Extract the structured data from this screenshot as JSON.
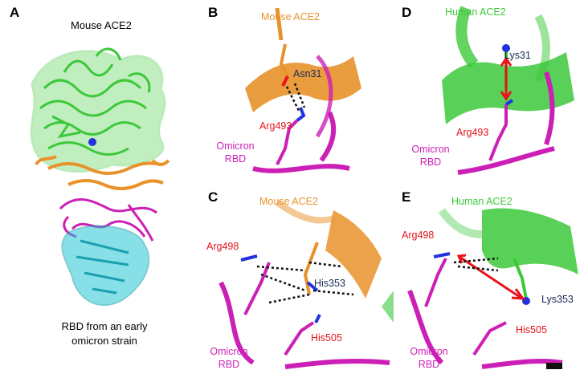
{
  "colors": {
    "mouse_ace2": "#e8922a",
    "human_ace2": "#3cc83a",
    "omicron_rbd": "#cc1fb5",
    "rbd_cyan": "#26c6d6",
    "hbond": "#111111",
    "highlight_red": "#e8131b",
    "nitrogen_blue": "#2233dd",
    "dark_label": "#1a2a55"
  },
  "panels": {
    "A": {
      "letter": "A",
      "top_label": "Mouse ACE2",
      "bottom_label_line1": "RBD from an early",
      "bottom_label_line2": "omicron strain"
    },
    "B": {
      "letter": "B",
      "ace2_label": "Mouse ACE2",
      "ace2_residue": "Asn31",
      "rbd_residue": "Arg493",
      "rbd_label_line1": "Omicron",
      "rbd_label_line2": "RBD"
    },
    "C": {
      "letter": "C",
      "ace2_label": "Mouse ACE2",
      "ace2_residue": "His353",
      "rbd_residue_1": "Arg498",
      "rbd_residue_2": "His505",
      "rbd_label_line1": "Omicron",
      "rbd_label_line2": "RBD"
    },
    "D": {
      "letter": "D",
      "ace2_label": "Human ACE2",
      "ace2_residue": "Lys31",
      "rbd_residue": "Arg493",
      "rbd_label_line1": "Omicron",
      "rbd_label_line2": "RBD"
    },
    "E": {
      "letter": "E",
      "ace2_label": "Human ACE2",
      "ace2_residue": "Lys353",
      "rbd_residue_1": "Arg498",
      "rbd_residue_2": "His505",
      "rbd_label_line1": "Omicron",
      "rbd_label_line2": "RBD"
    }
  }
}
